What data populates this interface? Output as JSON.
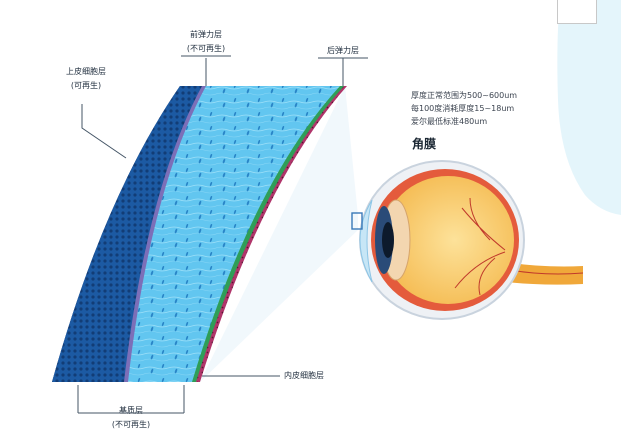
{
  "labels": {
    "epithelium": "上皮细胞层",
    "epithelium_note": "(可再生)",
    "bowman": "前弹力层",
    "bowman_note": "(不可再生)",
    "descemet": "后弹力层",
    "endothelium": "内皮细胞层",
    "stroma": "基质层",
    "stroma_note": "(不可再生)"
  },
  "info": {
    "line1": "厚度正常范围为500~600um",
    "line2": "每100度消耗厚度15~18um",
    "line3": "爱尔最低标准480um"
  },
  "title": "角膜",
  "colors": {
    "epithelium": "#1f5ea8",
    "bowman": "#7c6fb8",
    "stroma": "#5cc3ef",
    "descemet": "#2f9e57",
    "endothelium": "#b0356a",
    "background_blob": "#e4f5fb"
  }
}
